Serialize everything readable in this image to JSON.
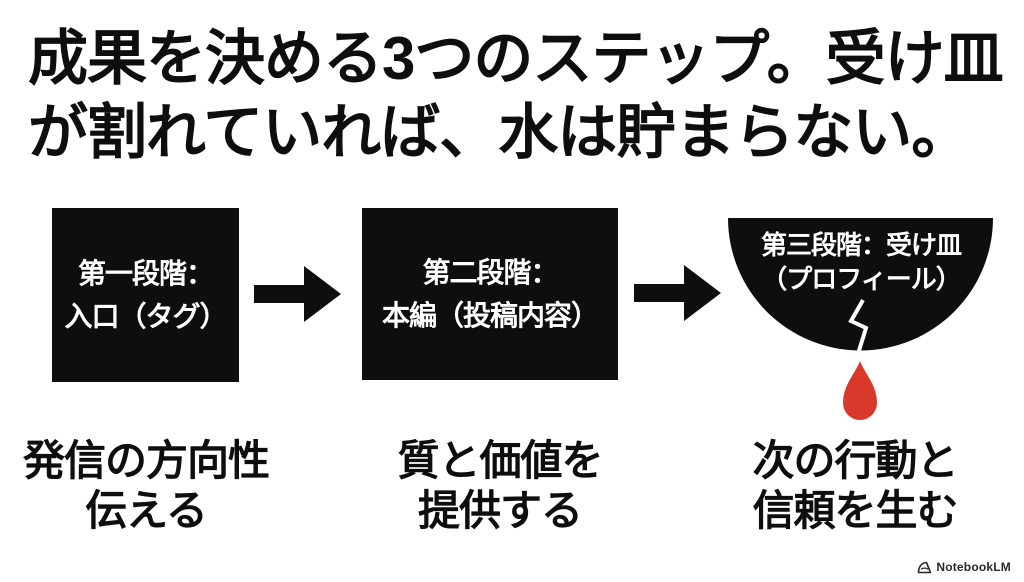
{
  "title": {
    "line1": "成果を決める3つのステップ。受け皿",
    "line2": "が割れていれば、水は貯まらない。"
  },
  "steps": [
    {
      "shape": "black-rectangle",
      "stage": "第一段階：",
      "name": "入口（タグ）",
      "caption_line1": "発信の方向性",
      "caption_line2": "伝える"
    },
    {
      "shape": "black-rectangle",
      "stage": "第二段階：",
      "name": "本編（投稿内容）",
      "caption_line1": "質と価値を",
      "caption_line2": "提供する"
    },
    {
      "shape": "cracked-bowl-semicircle",
      "stage": "第三段階：受け皿",
      "name": "（プロフィール）",
      "caption_line1": "次の行動と",
      "caption_line2": "信頼を生む"
    }
  ],
  "icons": {
    "arrow": "arrow-right",
    "crack": "crack-line",
    "drop": "water-drop",
    "brand": "notebooklm-logo"
  },
  "colors": {
    "shape_black": "#0e0e0e",
    "text_black": "#0e0e0e",
    "label_white": "#ffffff",
    "drop_red": "#d9392a",
    "background": "#ffffff"
  },
  "footer": {
    "brand": "NotebookLM"
  }
}
